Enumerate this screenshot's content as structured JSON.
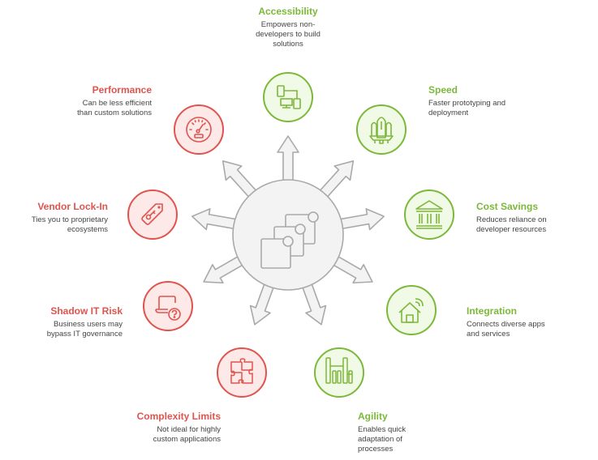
{
  "diagram": {
    "center": {
      "icon": "layered-squares-icon",
      "fill": "#f3f3f3",
      "stroke": "#a9a9a9"
    },
    "colors": {
      "benefit_stroke": "#7cb83a",
      "benefit_fill": "#f1fae6",
      "benefit_title": "#7cb83a",
      "drawback_stroke": "#e0544e",
      "drawback_fill": "#fde9e8",
      "drawback_title": "#e0544e",
      "text": "#444444"
    },
    "nodes": [
      {
        "id": "accessibility",
        "type": "benefit",
        "title": "Accessibility",
        "description": "Empowers non-developers to build solutions",
        "lines": [
          "Empowers non-",
          "developers to build",
          "solutions"
        ],
        "icon": "devices-network-icon"
      },
      {
        "id": "speed",
        "type": "benefit",
        "title": "Speed",
        "description": "Faster prototyping and deployment",
        "lines": [
          "Faster prototyping and",
          "deployment"
        ],
        "icon": "rocket-icon"
      },
      {
        "id": "cost-savings",
        "type": "benefit",
        "title": "Cost Savings",
        "description": "Reduces reliance on developer resources",
        "lines": [
          "Reduces reliance on",
          "developer resources"
        ],
        "icon": "bank-icon"
      },
      {
        "id": "integration",
        "type": "benefit",
        "title": "Integration",
        "description": "Connects diverse apps and services",
        "lines": [
          "Connects diverse apps",
          "and services"
        ],
        "icon": "smart-home-icon"
      },
      {
        "id": "agility",
        "type": "benefit",
        "title": "Agility",
        "description": "Enables quick adaptation of processes",
        "lines": [
          "Enables quick",
          "adaptation of",
          "processes"
        ],
        "icon": "gymnastics-bars-icon"
      },
      {
        "id": "complexity-limits",
        "type": "drawback",
        "title": "Complexity Limits",
        "description": "Not ideal for highly custom applications",
        "lines": [
          "Not ideal for highly",
          "custom applications"
        ],
        "icon": "puzzle-icon"
      },
      {
        "id": "shadow-it-risk",
        "type": "drawback",
        "title": "Shadow IT Risk",
        "description": "Business users may bypass IT governance",
        "lines": [
          "Business users may",
          "bypass IT governance"
        ],
        "icon": "laptop-question-icon"
      },
      {
        "id": "vendor-lock-in",
        "type": "drawback",
        "title": "Vendor Lock-In",
        "description": "Ties you to proprietary ecosystems",
        "lines": [
          "Ties you to proprietary",
          "ecosystems"
        ],
        "icon": "key-tag-icon"
      },
      {
        "id": "performance",
        "type": "drawback",
        "title": "Performance",
        "description": "Can be less efficient than custom solutions",
        "lines": [
          "Can be less efficient",
          "than custom solutions"
        ],
        "icon": "speedometer-icon"
      }
    ]
  }
}
